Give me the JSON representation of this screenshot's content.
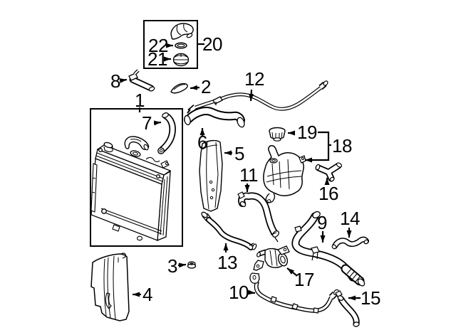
{
  "diagram": {
    "type": "exploded-parts-line-diagram",
    "style": {
      "background_color": "#ffffff",
      "line_color": "#000000",
      "label_color": "#000000"
    },
    "callouts": {
      "c1": "1",
      "c2": "2",
      "c3": "3",
      "c4": "4",
      "c5": "5",
      "c6": "6",
      "c7": "7",
      "c8": "8",
      "c9": "9",
      "c10": "10",
      "c11": "11",
      "c12": "12",
      "c13": "13",
      "c14": "14",
      "c15": "15",
      "c16": "16",
      "c17": "17",
      "c18": "18",
      "c19": "19",
      "c20": "20",
      "c21": "21",
      "c22": "22"
    }
  }
}
